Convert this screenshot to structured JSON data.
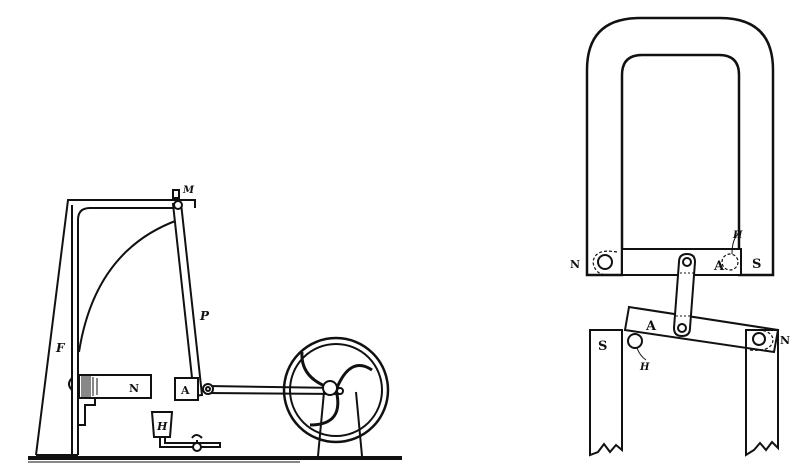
{
  "left_figure": {
    "labels": {
      "pivot": "M",
      "pendulum": "P",
      "frame": "F",
      "magnet": "N",
      "armature": "A",
      "holder": "H"
    }
  },
  "right_figure": {
    "labels": {
      "upper_north": "N",
      "upper_hole": "H",
      "upper_armature": "A",
      "upper_south": "S",
      "lower_armature": "A",
      "lower_south": "S",
      "lower_hole": "H",
      "lower_north": "N"
    }
  },
  "colors": {
    "ink": "#111111",
    "paper": "#ffffff"
  }
}
